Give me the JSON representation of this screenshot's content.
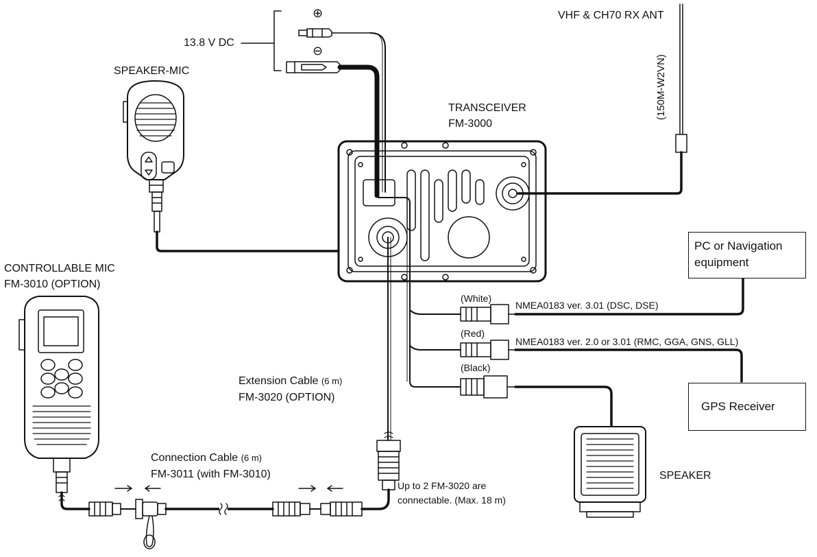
{
  "labels": {
    "dc_power": "13.8 V DC",
    "plus_symbol": "⊕",
    "minus_symbol": "⊖",
    "antenna_title": "VHF & CH70 RX ANT",
    "antenna_model": "(150M-W2VN)",
    "speaker_mic": "SPEAKER-MIC",
    "transceiver_title": "TRANSCEIVER",
    "transceiver_model": "FM-3000",
    "controllable_mic_title": "CONTROLLABLE MIC",
    "controllable_mic_model": "FM-3010 (OPTION)",
    "pc_nav_line1": "PC or Navigation",
    "pc_nav_line2": "equipment",
    "white_wire": "(White)",
    "red_wire": "(Red)",
    "black_wire": "(Black)",
    "nmea_white": "NMEA0183 ver. 3.01 (DSC, DSE)",
    "nmea_red": "NMEA0183 ver. 2.0 or 3.01 (RMC, GGA, GNS, GLL)",
    "ext_cable_line1": "Extension Cable",
    "ext_cable_len": "(6 m)",
    "ext_cable_line2": "FM-3020 (OPTION)",
    "gps_receiver": "GPS Receiver",
    "conn_cable_line1": "Connection Cable",
    "conn_cable_len": "(6 m)",
    "conn_cable_line2": "FM-3011 (with FM-3010)",
    "speaker": "SPEAKER",
    "upto_line1": "Up to 2 FM-3020 are",
    "upto_line2": "connectable. (Max. 18 m)"
  }
}
